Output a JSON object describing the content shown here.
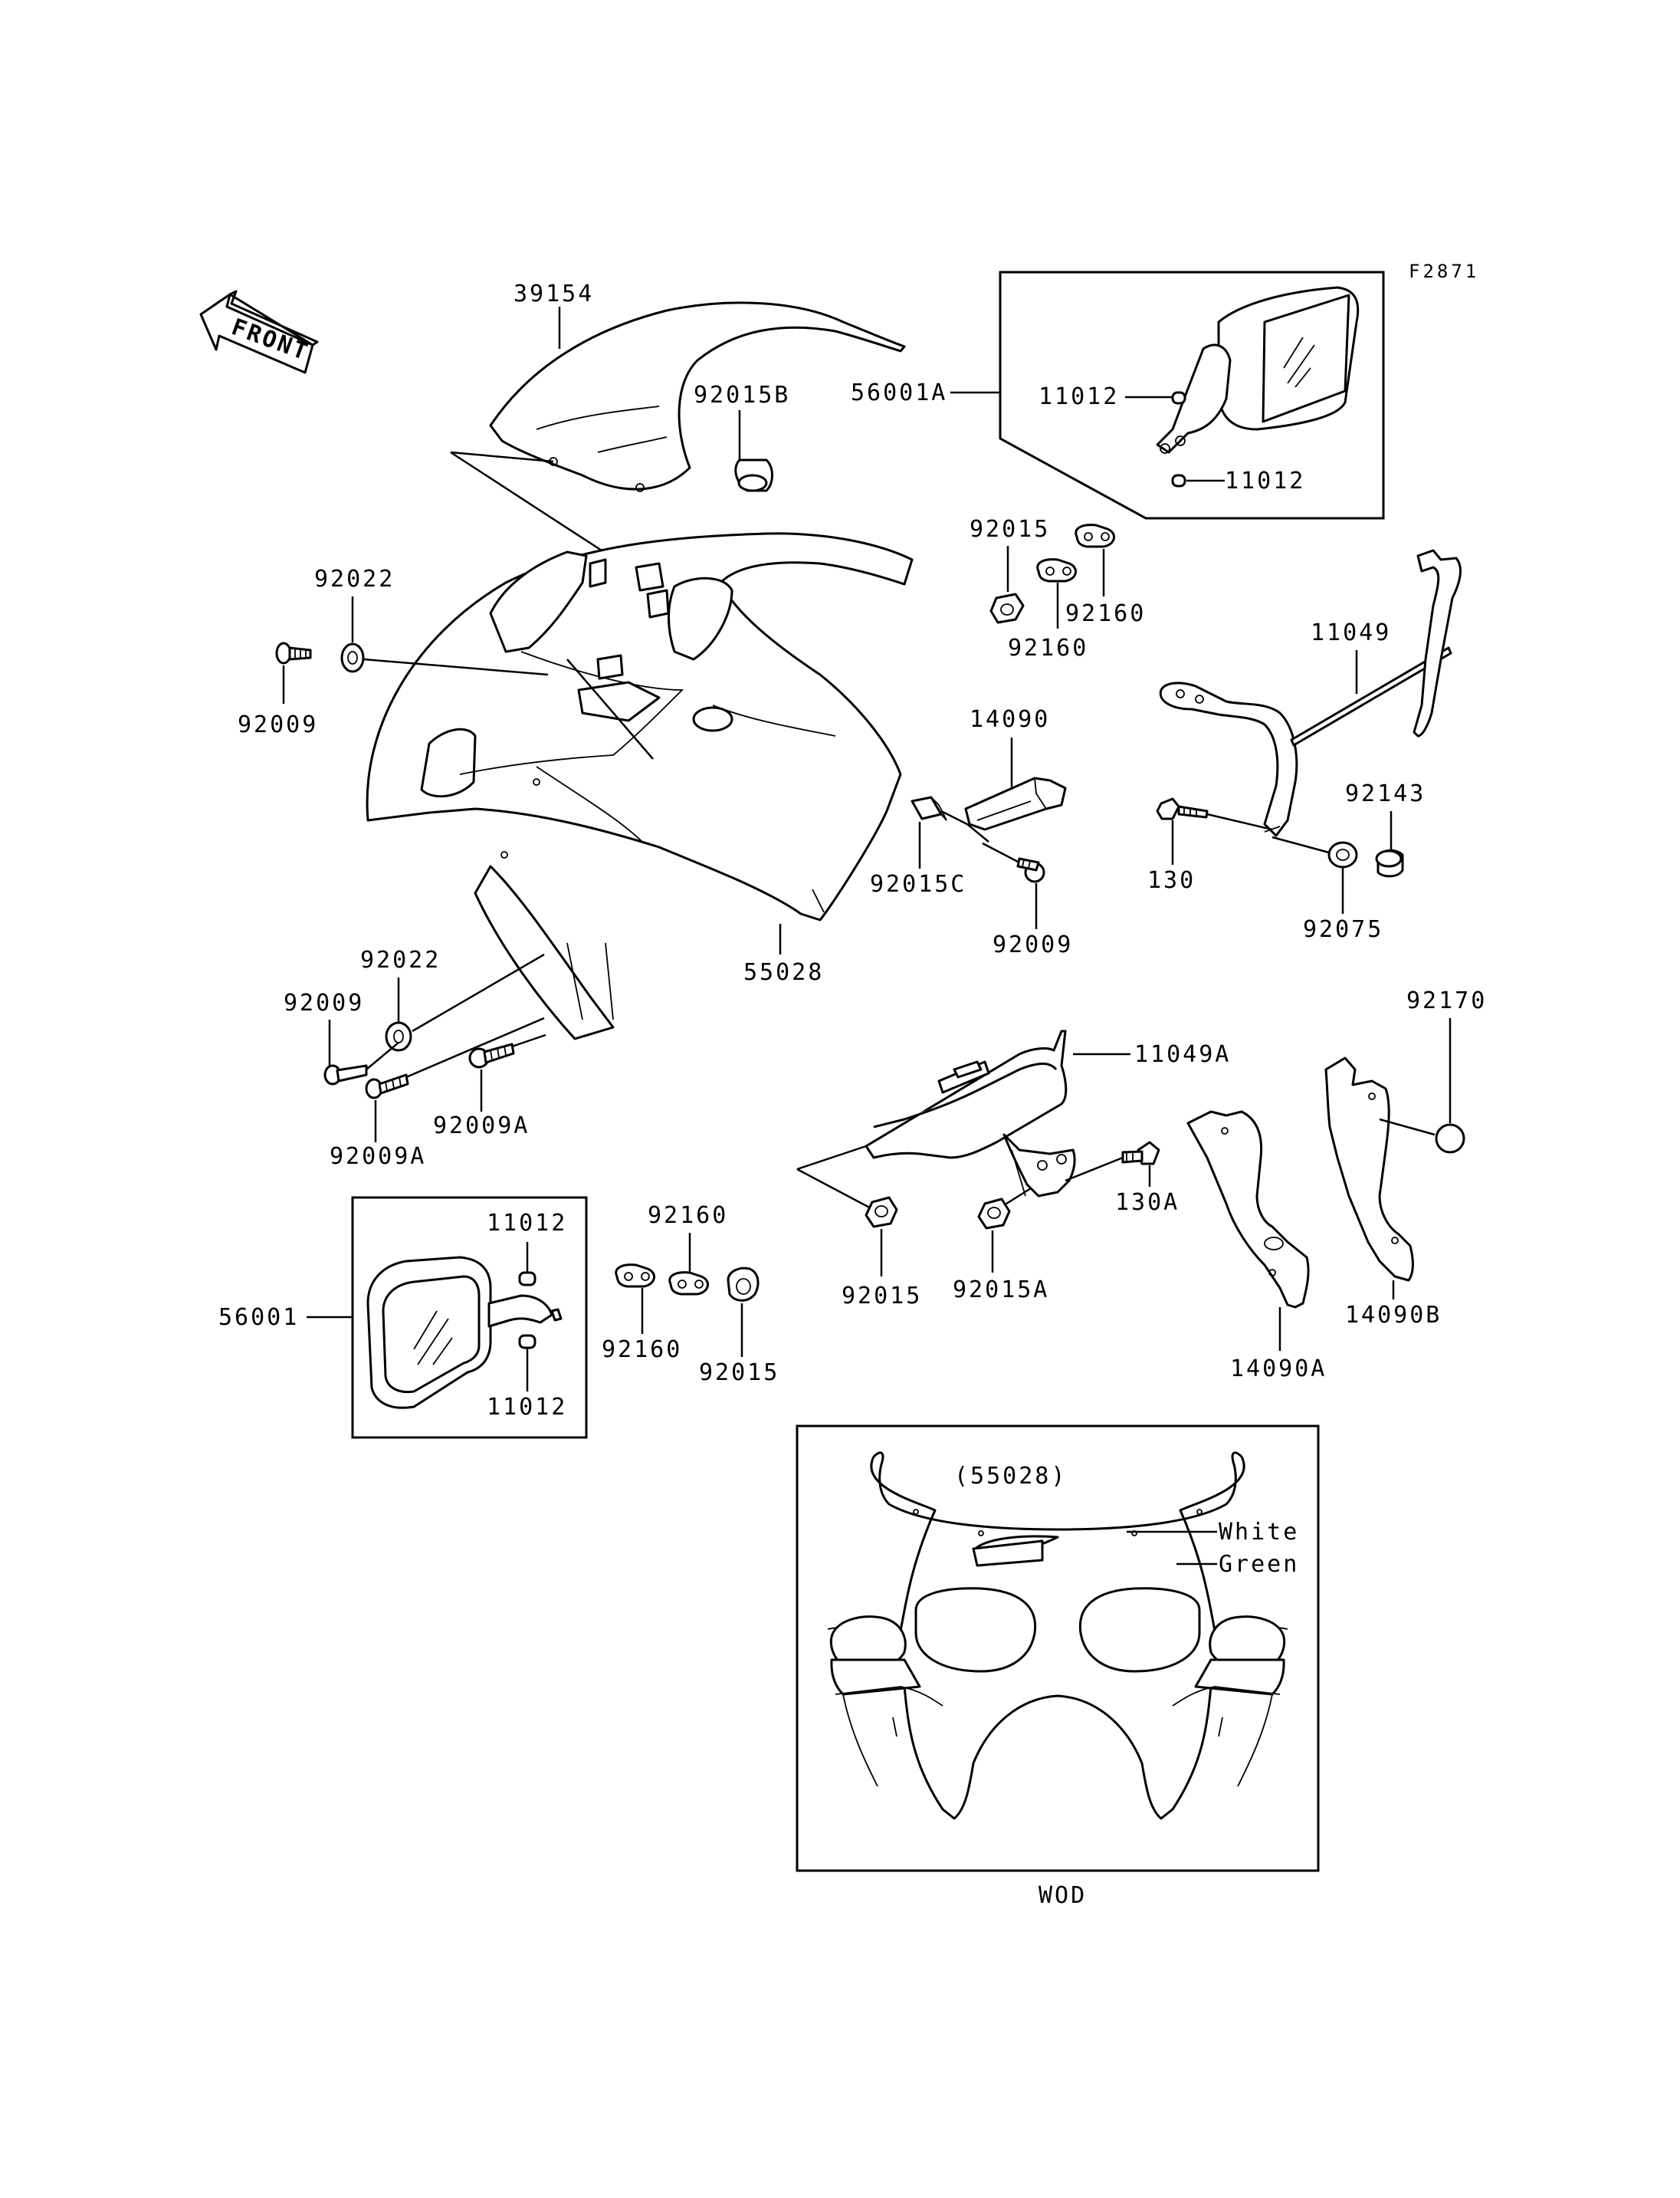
{
  "figure_code": "F2871",
  "front_label": "FRONT",
  "variant_box": {
    "title": "(55028)",
    "colors": [
      "White",
      "Green"
    ],
    "caption": "WOD"
  },
  "callouts": [
    {
      "id": "c-39154",
      "text": "39154"
    },
    {
      "id": "c-92015B",
      "text": "92015B"
    },
    {
      "id": "c-56001A",
      "text": "56001A"
    },
    {
      "id": "c-11012-a",
      "text": "11012"
    },
    {
      "id": "c-11012-b",
      "text": "11012"
    },
    {
      "id": "c-92022-a",
      "text": "92022"
    },
    {
      "id": "c-92009-a",
      "text": "92009"
    },
    {
      "id": "c-92015-a",
      "text": "92015"
    },
    {
      "id": "c-92160-a",
      "text": "92160"
    },
    {
      "id": "c-92160-b",
      "text": "92160"
    },
    {
      "id": "c-11049",
      "text": "11049"
    },
    {
      "id": "c-14090",
      "text": "14090"
    },
    {
      "id": "c-92143",
      "text": "92143"
    },
    {
      "id": "c-130",
      "text": "130"
    },
    {
      "id": "c-92015C",
      "text": "92015C"
    },
    {
      "id": "c-92009-b",
      "text": "92009"
    },
    {
      "id": "c-92075",
      "text": "92075"
    },
    {
      "id": "c-55028",
      "text": "55028"
    },
    {
      "id": "c-92022-b",
      "text": "92022"
    },
    {
      "id": "c-92009-c",
      "text": "92009"
    },
    {
      "id": "c-92009A-a",
      "text": "92009A"
    },
    {
      "id": "c-92009A-b",
      "text": "92009A"
    },
    {
      "id": "c-11049A",
      "text": "11049A"
    },
    {
      "id": "c-92170",
      "text": "92170"
    },
    {
      "id": "c-130A",
      "text": "130A"
    },
    {
      "id": "c-92015-b",
      "text": "92015"
    },
    {
      "id": "c-92015A",
      "text": "92015A"
    },
    {
      "id": "c-14090A",
      "text": "14090A"
    },
    {
      "id": "c-14090B",
      "text": "14090B"
    },
    {
      "id": "c-11012-c",
      "text": "11012"
    },
    {
      "id": "c-11012-d",
      "text": "11012"
    },
    {
      "id": "c-56001",
      "text": "56001"
    },
    {
      "id": "c-92160-c",
      "text": "92160"
    },
    {
      "id": "c-92160-d",
      "text": "92160"
    },
    {
      "id": "c-92015-c",
      "text": "92015"
    }
  ]
}
